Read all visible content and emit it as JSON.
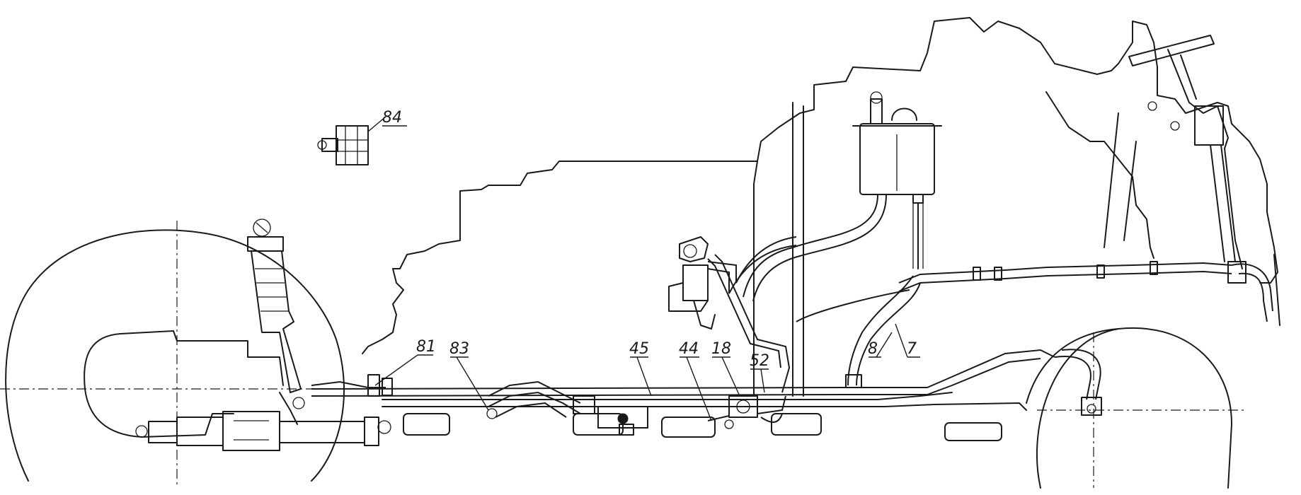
{
  "callouts": [
    {
      "id": "c84",
      "label": "84"
    },
    {
      "id": "c81",
      "label": "81"
    },
    {
      "id": "c83",
      "label": "83"
    },
    {
      "id": "c45",
      "label": "45"
    },
    {
      "id": "c44",
      "label": "44"
    },
    {
      "id": "c18",
      "label": "18"
    },
    {
      "id": "c52",
      "label": "52"
    },
    {
      "id": "c8",
      "label": "8"
    },
    {
      "id": "c7",
      "label": "7"
    }
  ],
  "colors": {
    "ink": "#1a1a1a",
    "paper": "#ffffff"
  }
}
